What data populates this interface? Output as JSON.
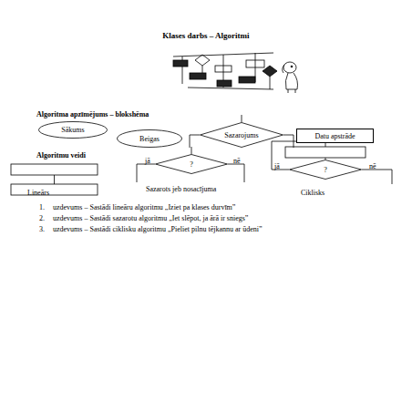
{
  "diagram": {
    "title": "Klases darbs – Algoritmi",
    "nodes": [
      {
        "text": [
          "Sākums"
        ]
      },
      {
        "text": [
          "Beigas"
        ]
      },
      {
        "text": [
          "Sazarojums"
        ]
      },
      {
        "text": [
          "Datu apstrāde"
        ]
      },
      {
        "text": [
          "?"
        ]
      },
      {
        "text": [
          "?"
        ]
      }
    ],
    "labels": [
      "Algoritma apzīmējums – blokshēma",
      "Algoritmu veidi",
      "jā",
      "nē",
      "Lineārs",
      "Sazarots jeb nosacījuma",
      "jā",
      "nē",
      "Ciklisks",
      "1.",
      "uzdevums – Sastādi lineāru algoritmu „Iziet pa klases durvīm”",
      "2.",
      "uzdevums – Sastādi sazarotu algoritmu „Iet slēpot, ja ārā ir sniegs”",
      "3.",
      "uzdevums – Sastādi ciklisku algoritmu „Pieliet pilnu tējkannu ar ūdeni”"
    ]
  }
}
